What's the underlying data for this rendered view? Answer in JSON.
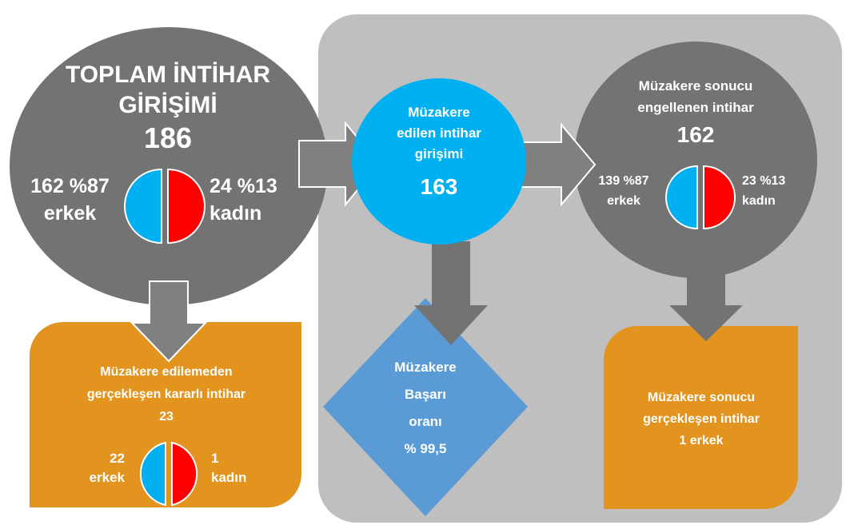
{
  "total": {
    "title_line1": "TOPLAM İNTİHAR",
    "title_line2": "GİRİŞİMİ",
    "value": "186",
    "male_text": "162 %87",
    "male_label": "erkek",
    "female_text": "24 %13",
    "female_label": "kadın"
  },
  "negotiated": {
    "line1": "Müzakere",
    "line2": "edilen intihar",
    "line3": "girişimi",
    "value": "163"
  },
  "prevented": {
    "line1": "Müzakere sonucu",
    "line2": "engellenen intihar",
    "value": "162",
    "male_text": "139 %87",
    "male_label": "erkek",
    "female_text": "23 %13",
    "female_label": "kadın"
  },
  "not_negotiated": {
    "line1": "Müzakere edilemeden",
    "line2": "gerçekleşen kararlı intihar",
    "value": "23",
    "male_value": "22",
    "male_label": "erkek",
    "female_value": "1",
    "female_label": "kadın"
  },
  "success": {
    "line1": "Müzakere",
    "line2": "Başarı",
    "line3": "oranı",
    "line4": "% 99,5"
  },
  "occurred": {
    "line1": "Müzakere sonucu",
    "line2": "gerçekleşen intihar",
    "line3": "1 erkek"
  },
  "colors": {
    "dark_gray": "#737373",
    "light_gray": "#bfbfbf",
    "cyan": "#00b0f0",
    "orange": "#e3941f",
    "diamond_blue": "#5b9bd5",
    "male_blue": "#00b0f0",
    "female_red": "#ff0000"
  }
}
